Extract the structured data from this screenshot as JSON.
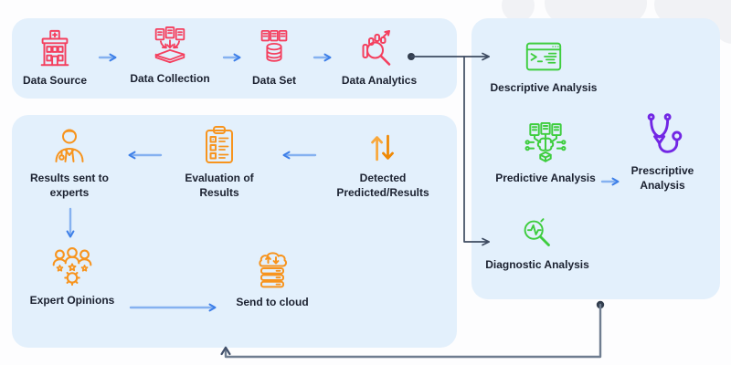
{
  "colors": {
    "panel_bg": "#e3f0fc",
    "page_bg": "#fdfdfe",
    "background_blob_gray": "#f1f2f5",
    "red_icons": "#f43f5e",
    "orange_icons": "#f7941e",
    "orange_arrow_up": "#f9a83c",
    "orange_arrow_down": "#ef8905",
    "green_icons": "#3ecd3e",
    "purple_icons": "#7227e4",
    "blue_arrow_shaft": "#85b1f0",
    "blue_arrow_head": "#3d7fe8",
    "connector_dark": "#3e4b61",
    "connector_gray": "#6f7d90",
    "label_text": "#1b2130"
  },
  "top_flow": {
    "steps": [
      {
        "label": "Data Source",
        "icon": "hospital-icon"
      },
      {
        "label": "Data Collection",
        "icon": "documents-to-box-icon"
      },
      {
        "label": "Data Set",
        "icon": "documents-database-icon"
      },
      {
        "label": "Data Analytics",
        "icon": "chart-magnifier-icon"
      }
    ]
  },
  "analysis_panel": {
    "items": [
      {
        "label": "Descriptive Analysis",
        "icon": "terminal-window-icon"
      },
      {
        "label": "Predictive Analysis",
        "icon": "documents-network-icon"
      },
      {
        "label": "Prescriptive Analysis",
        "icon": "stethoscope-icon"
      },
      {
        "label": "Diagnostic Analysis",
        "icon": "magnifier-pulse-icon"
      }
    ]
  },
  "results_panel": {
    "items": [
      {
        "label": "Results sent to experts",
        "icon": "doctor-icon"
      },
      {
        "label": "Evaluation of Results",
        "icon": "clipboard-checklist-icon"
      },
      {
        "label": "Detected Predicted/Results",
        "icon": "up-down-arrows-icon"
      },
      {
        "label": "Expert Opinions",
        "icon": "experts-group-icon"
      },
      {
        "label": "Send to cloud",
        "icon": "cloud-server-icon"
      }
    ]
  },
  "edges": [
    {
      "from": "Data Source",
      "to": "Data Collection",
      "style": "blue-arrow"
    },
    {
      "from": "Data Collection",
      "to": "Data Set",
      "style": "blue-arrow"
    },
    {
      "from": "Data Set",
      "to": "Data Analytics",
      "style": "blue-arrow"
    },
    {
      "from": "Data Analytics",
      "to": "Descriptive Analysis",
      "style": "dark-connector"
    },
    {
      "from": "Data Analytics",
      "to": "Diagnostic Analysis",
      "style": "dark-connector"
    },
    {
      "from": "Predictive Analysis",
      "to": "Prescriptive Analysis",
      "style": "blue-arrow"
    },
    {
      "from": "Analysis panel bottom",
      "to": "Results panel",
      "style": "gray-connector"
    },
    {
      "from": "Detected Predicted/Results",
      "to": "Evaluation of Results",
      "style": "blue-arrow"
    },
    {
      "from": "Evaluation of Results",
      "to": "Results sent to experts",
      "style": "blue-arrow"
    },
    {
      "from": "Results sent to experts",
      "to": "Expert Opinions",
      "style": "blue-arrow"
    },
    {
      "from": "Expert Opinions",
      "to": "Send to cloud",
      "style": "blue-arrow"
    }
  ]
}
